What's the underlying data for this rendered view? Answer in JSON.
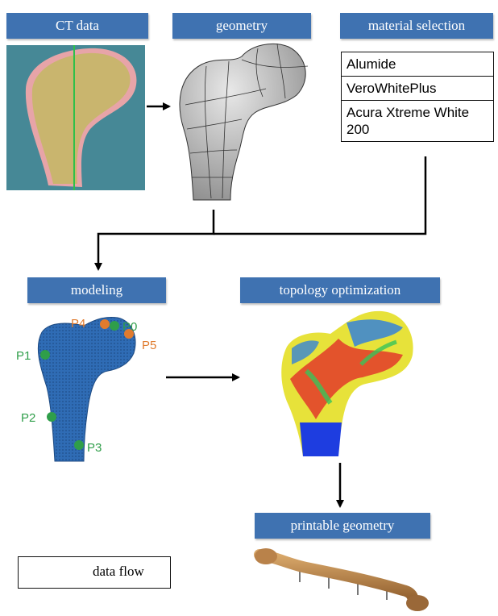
{
  "labels": {
    "ct_data": "CT data",
    "geometry": "geometry",
    "material_selection": "material selection",
    "modeling": "modeling",
    "topology_optimization": "topology optimization",
    "printable_geometry": "printable geometry"
  },
  "materials": [
    "Alumide",
    "VeroWhitePlus",
    "Acura Xtreme White 200"
  ],
  "points": [
    {
      "name": "P0",
      "color": "#2f9e4a"
    },
    {
      "name": "P1",
      "color": "#2f9e4a"
    },
    {
      "name": "P2",
      "color": "#2f9e4a"
    },
    {
      "name": "P3",
      "color": "#2f9e4a"
    },
    {
      "name": "P4",
      "color": "#e07b2e"
    },
    {
      "name": "P5",
      "color": "#e07b2e"
    }
  ],
  "legend": {
    "text": "data flow"
  },
  "colors": {
    "label_bg": "#3f72b1",
    "bone_blue": "#2f6cb5",
    "printed_bone": "#b9824a"
  }
}
